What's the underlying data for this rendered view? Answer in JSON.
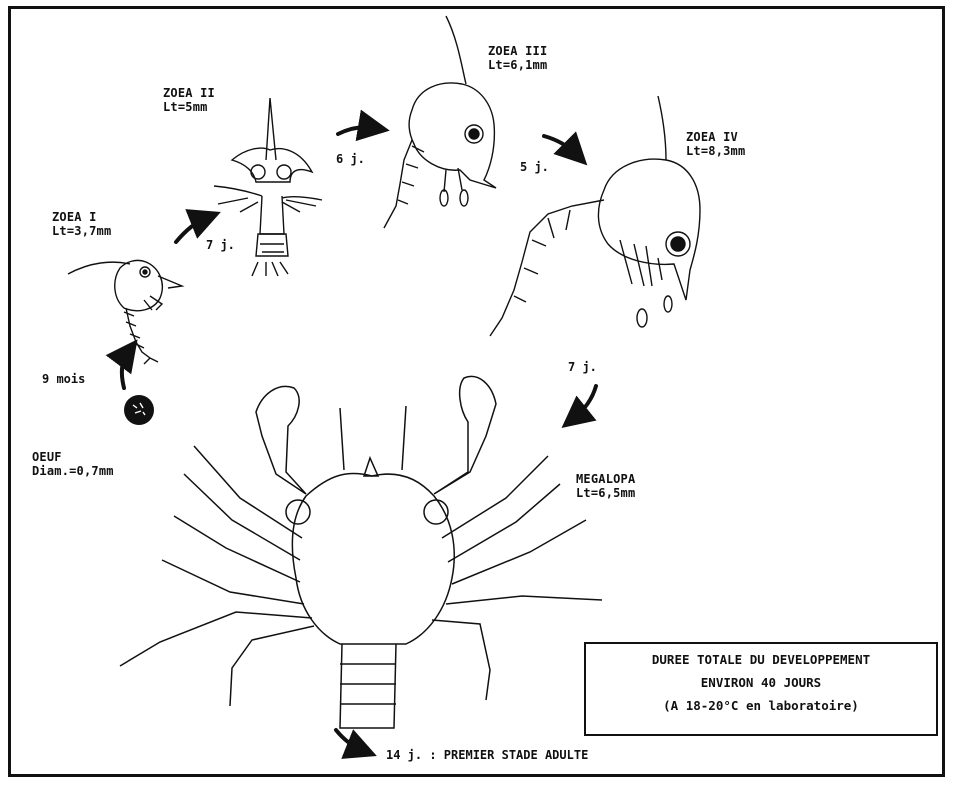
{
  "stages": {
    "zoea1": {
      "name": "ZOEA I",
      "size": "Lt=3,7mm"
    },
    "zoea2": {
      "name": "ZOEA II",
      "size": "Lt=5mm"
    },
    "zoea3": {
      "name": "ZOEA III",
      "size": "Lt=6,1mm"
    },
    "zoea4": {
      "name": "ZOEA IV",
      "size": "Lt=8,3mm"
    },
    "megalopa": {
      "name": "MEGALOPA",
      "size": "Lt=6,5mm"
    },
    "oeuf": {
      "name": "OEUF",
      "size": "Diam.=0,7mm"
    }
  },
  "durations": {
    "egg_to_z1": "9 mois",
    "z1_to_z2": "7 j.",
    "z2_to_z3": "6 j.",
    "z3_to_z4": "5 j.",
    "z4_to_megalopa": "7 j.",
    "megalopa_to_adult": "14 j. : PREMIER STADE ADULTE"
  },
  "summary": {
    "line1": "DUREE TOTALE DU DEVELOPPEMENT",
    "line2": "ENVIRON 40 JOURS",
    "line3": "(A 18-20°C en laboratoire)"
  }
}
